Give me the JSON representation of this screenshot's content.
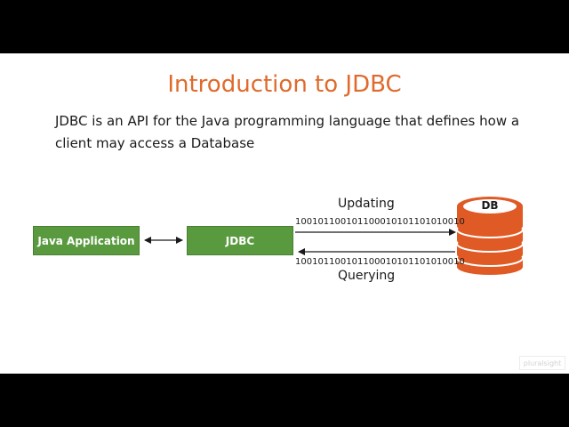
{
  "slide": {
    "title": "Introduction to JDBC",
    "description": "JDBC is an API for the Java programming language that defines how a client may access a Database"
  },
  "diagram": {
    "java_app_label": "Java Application",
    "jdbc_label": "JDBC",
    "db_label": "DB",
    "updating_label": "Updating",
    "querying_label": "Querying",
    "bits_top": "100101100101100010101101010010",
    "bits_bottom": "100101100101100010101101010010"
  },
  "watermark": "pluralsight",
  "colors": {
    "title": "#e06a2c",
    "box_fill": "#5a9a3f",
    "db_orange": "#e05a25"
  }
}
